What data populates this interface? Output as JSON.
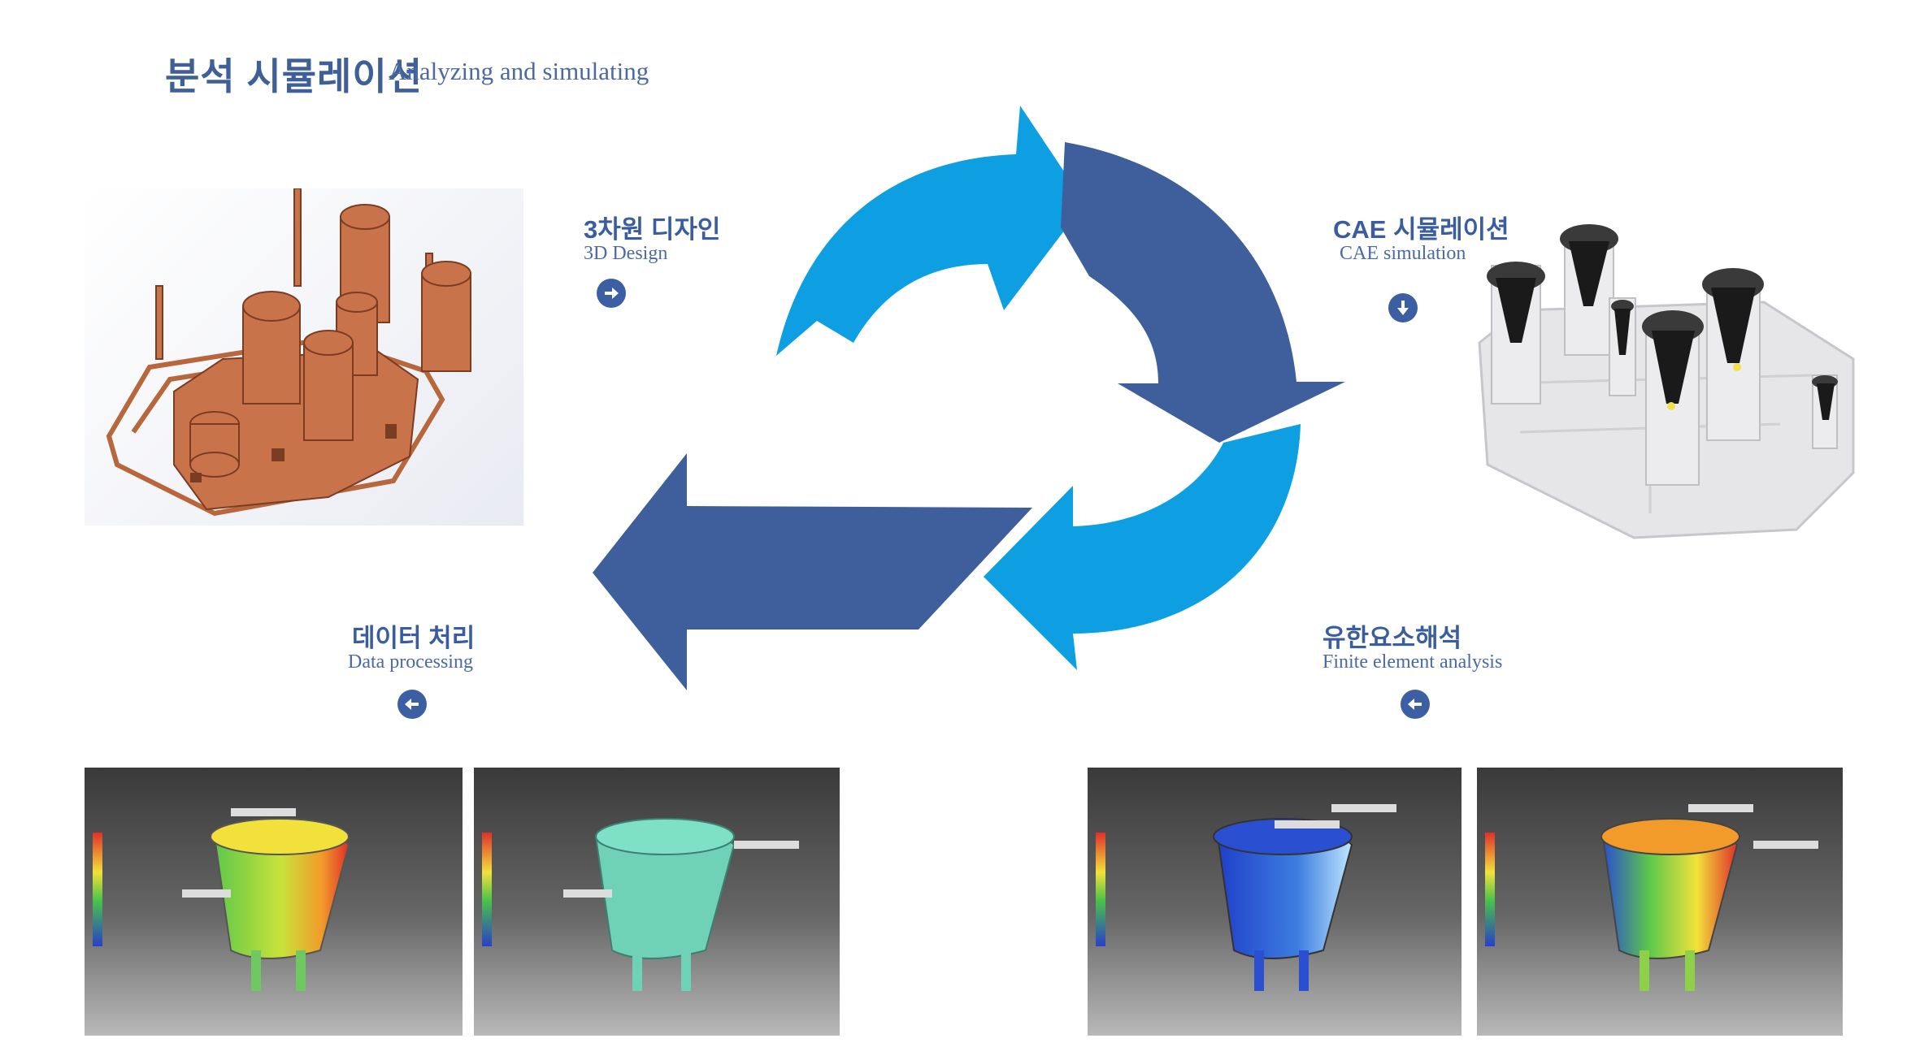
{
  "header": {
    "title_ko": "분석 시뮬레이션",
    "title_en": "Analyzing and simulating"
  },
  "steps": [
    {
      "ko": "3차원 디자인",
      "en": "3D  Design",
      "icon": "arrow-right-icon"
    },
    {
      "ko": "CAE 시뮬레이션",
      "en": "CAE simulation",
      "icon": "arrow-down-icon"
    },
    {
      "ko": "데이터 처리",
      "en": "Data processing",
      "icon": "arrow-left-icon"
    },
    {
      "ko": "유한요소해석",
      "en": "Finite element analysis",
      "icon": "arrow-left-icon"
    }
  ],
  "colors": {
    "light_arrow": "#0e9fe3",
    "dark_arrow": "#3e5f9b",
    "title": "#3e5f97",
    "copper": "#c9734a"
  }
}
